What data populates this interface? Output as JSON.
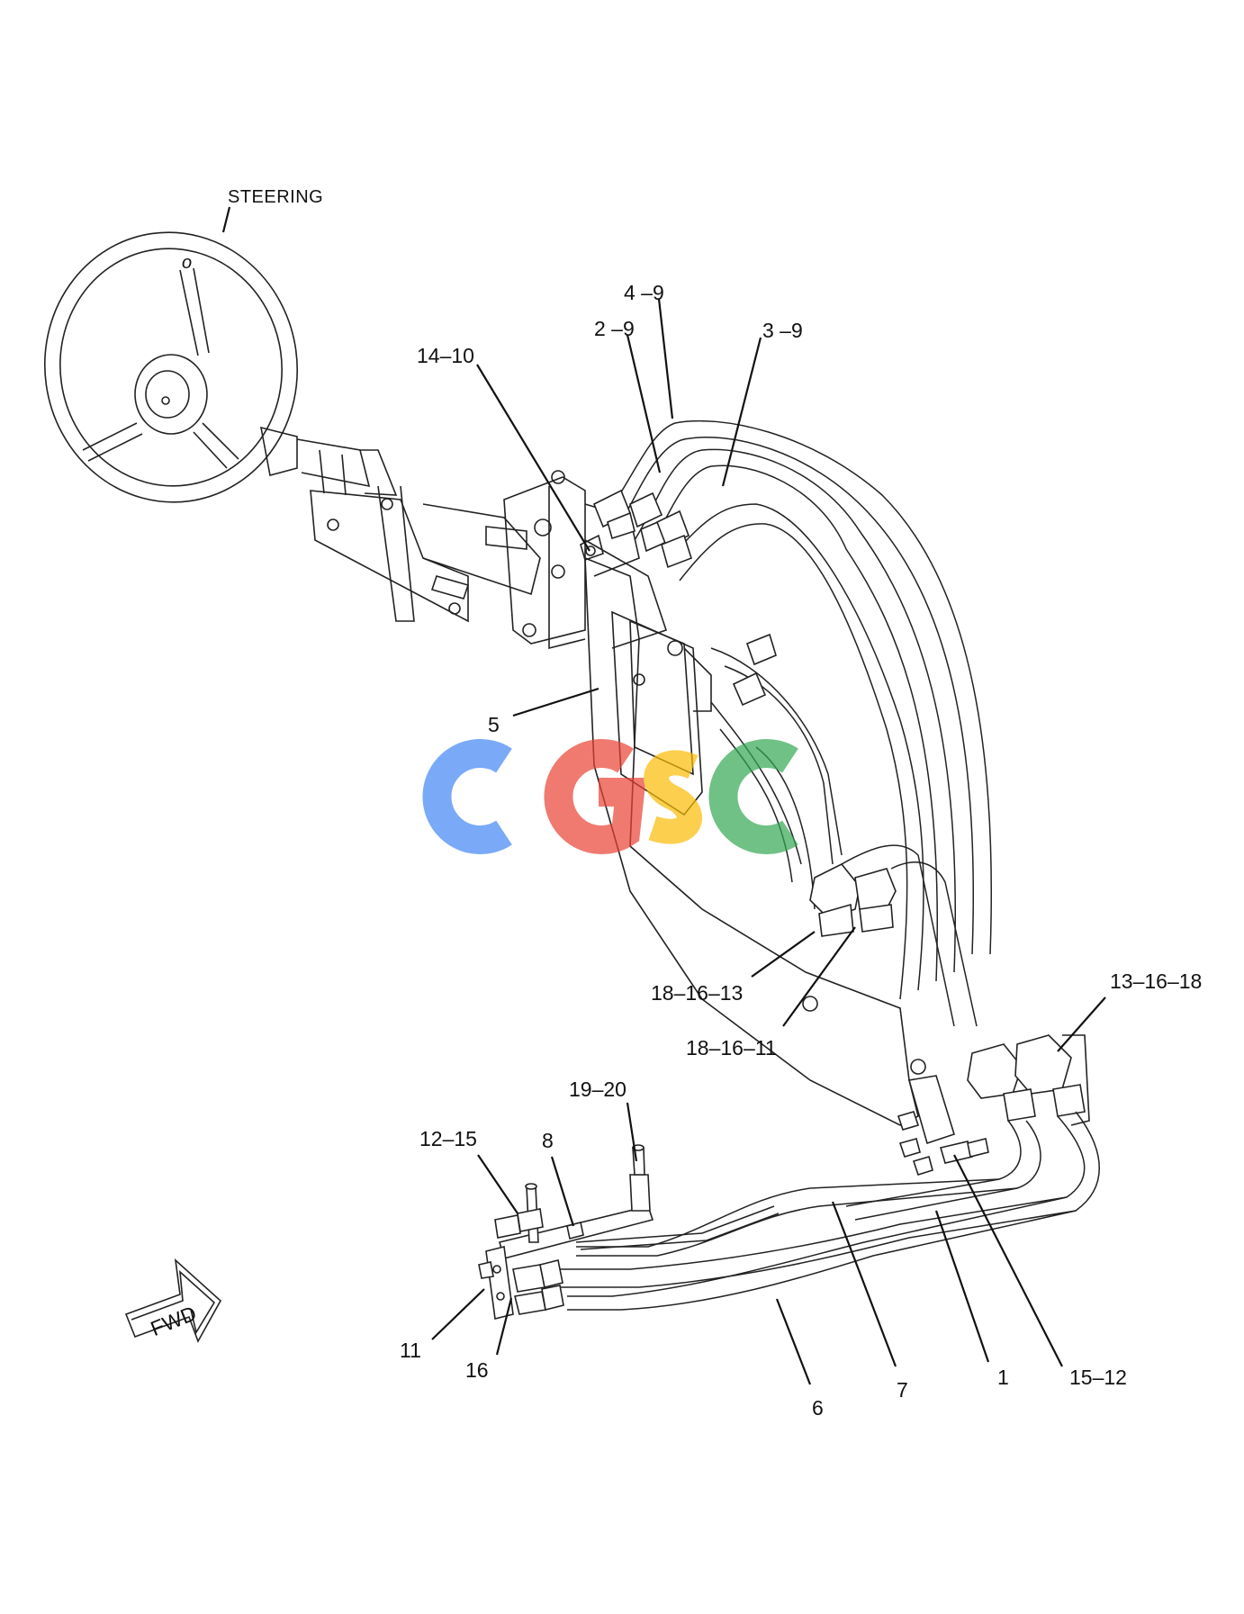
{
  "labels": {
    "steering": "STEERING",
    "l4_9": "4 –9",
    "l2_9": "2 –9",
    "l3_9": "3 –9",
    "l14_10": "14–10",
    "l5": "5",
    "l18_16_13": "18–16–13",
    "l18_16_11": "18–16–11",
    "l13_16_18": "13–16–18",
    "l19_20": "19–20",
    "l12_15": "12–15",
    "l8": "8",
    "l11": "11",
    "l16": "16",
    "l6": "6",
    "l7": "7",
    "l1": "1",
    "l15_12": "15–12",
    "fwd": "FWD"
  },
  "watermark": {
    "text": "CGSC",
    "colors": [
      "#4285F4",
      "#EA4335",
      "#FBBC05",
      "#34A853"
    ]
  }
}
